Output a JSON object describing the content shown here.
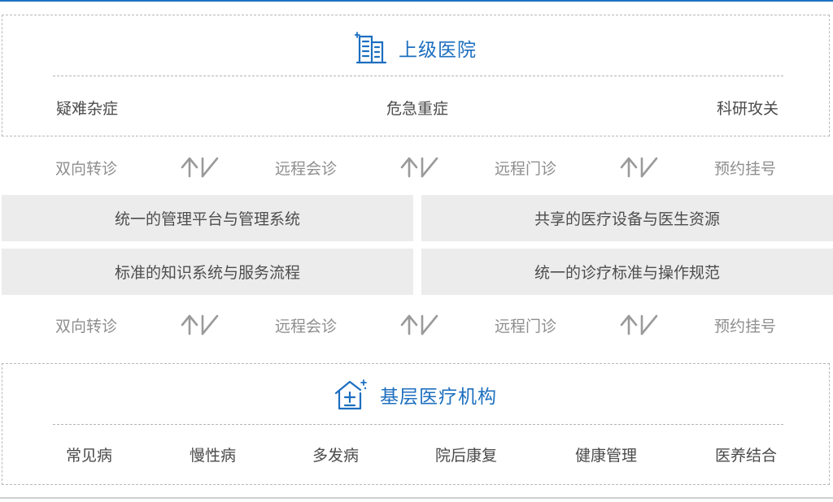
{
  "colors": {
    "accent": "#1d6fbf",
    "cell_bg": "#ececec",
    "muted_text": "#8e8e8e"
  },
  "upper": {
    "icon": "hospital-building-icon",
    "title": "上级医院",
    "items": [
      "疑难杂症",
      "危急重症",
      "科研攻关"
    ]
  },
  "flow_top": {
    "labels": [
      "双向转诊",
      "远程会诊",
      "远程门诊",
      "预约挂号"
    ],
    "arrow_icon": "bidirectional-arrow-icon"
  },
  "middle": {
    "cells": [
      "统一的管理平台与管理系统",
      "共享的医疗设备与医生资源",
      "标准的知识系统与服务流程",
      "统一的诊疗标准与操作规范"
    ]
  },
  "flow_bottom": {
    "labels": [
      "双向转诊",
      "远程会诊",
      "远程门诊",
      "预约挂号"
    ],
    "arrow_icon": "bidirectional-arrow-icon"
  },
  "lower": {
    "icon": "clinic-house-icon",
    "title": "基层医疗机构",
    "items": [
      "常见病",
      "慢性病",
      "多发病",
      "院后康复",
      "健康管理",
      "医养结合"
    ]
  }
}
